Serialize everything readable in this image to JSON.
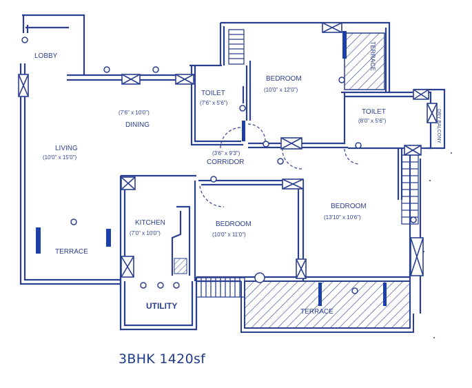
{
  "plan": {
    "caption": "3BHK 1420sf",
    "rooms": {
      "lobby": {
        "name": "LOBBY"
      },
      "dining": {
        "name": "DINING",
        "dims": "(7'6\" x 10'0\")"
      },
      "living": {
        "name": "LIVING",
        "dims": "(10'0\" x 15'0\")"
      },
      "toilet1": {
        "name": "TOILET",
        "dims": "(7'6\" x 5'6\")"
      },
      "bedroom1": {
        "name": "BEDROOM",
        "dims": "(10'0\" x 12'0\")"
      },
      "toilet2": {
        "name": "TOILET",
        "dims": "(8'0\" x 5'6\")"
      },
      "corridor": {
        "name": "CORRIDOR",
        "dims": "(3'6\" x 9'3\")"
      },
      "bedroom2": {
        "name": "BEDROOM",
        "dims": "(13'10\" x 10'6\")"
      },
      "kitchen": {
        "name": "KITCHEN",
        "dims": "(7'0\" x 10'0\")"
      },
      "bedroom3": {
        "name": "BEDROOM",
        "dims": "(10'0\" x 11'0\")"
      },
      "terrace_left": {
        "name": "TERRACE"
      },
      "utility": {
        "name": "UTILITY"
      },
      "terrace_bottom": {
        "name": "TERRACE"
      },
      "terrace_top": {
        "name": "TERRACE"
      },
      "dry_balcony": {
        "name": "DRY BALCONY"
      }
    },
    "colors": {
      "ink": "#2a3f8f",
      "fill": "#1d3fa8",
      "paper": "#ffffff"
    }
  }
}
